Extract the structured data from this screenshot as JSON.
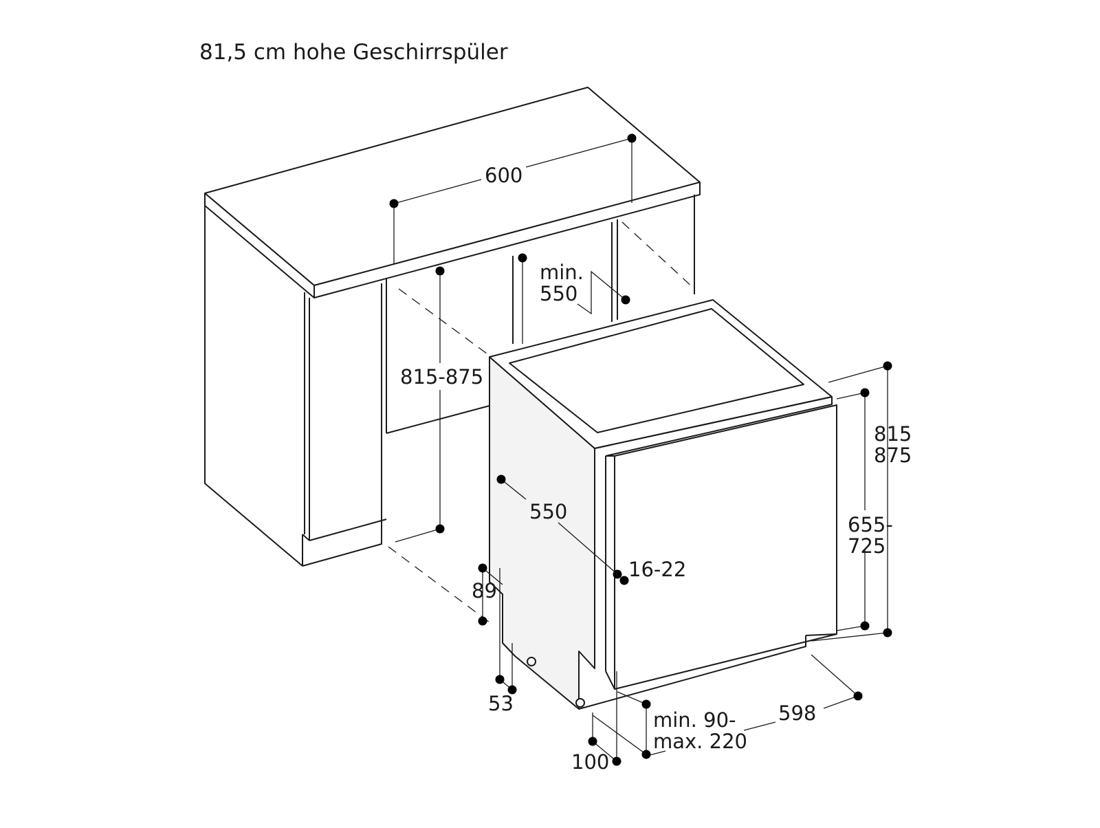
{
  "title": "81,5 cm hohe Geschirrspüler",
  "dimensions": {
    "niche_width": "600",
    "niche_depth_min_1": "min.",
    "niche_depth_min_2": "550",
    "niche_height": "815-875",
    "appliance_depth": "550",
    "total_height_1": "815",
    "total_height_2": "875",
    "door_height_1": "655-",
    "door_height_2": "725",
    "door_thickness": "16-22",
    "plinth_height": "89",
    "plinth_setback": "53",
    "plinth_offset": "100",
    "plinth_gap_1": "min. 90-",
    "plinth_gap_2": "max. 220",
    "appliance_width": "598"
  },
  "colors": {
    "line": "#1a1a1a",
    "side_panel": "#f3f3f3",
    "background": "#ffffff"
  }
}
